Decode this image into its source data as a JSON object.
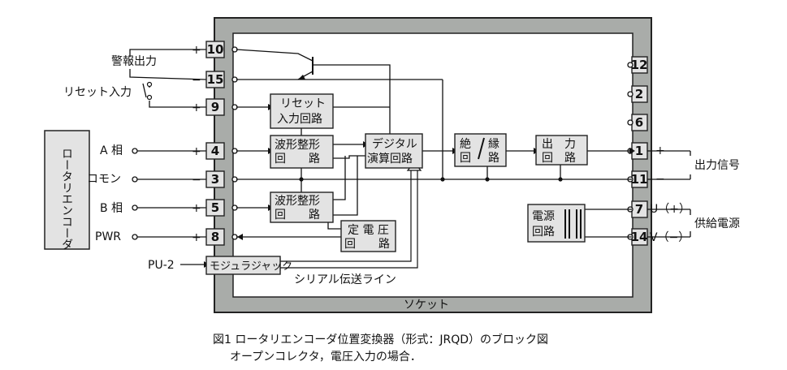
{
  "socket_label": "ソケット",
  "encoder_label": "ロータリエンコーダ",
  "left_terminals": [
    {
      "number": "10",
      "sign": "+"
    },
    {
      "number": "15",
      "sign": "−"
    },
    {
      "number": "9",
      "sign": "+"
    },
    {
      "number": "4",
      "sign": "+"
    },
    {
      "number": "3",
      "sign": "−"
    },
    {
      "number": "5",
      "sign": "+"
    },
    {
      "number": "8",
      "sign": "+"
    }
  ],
  "right_terminals": [
    "12",
    "2",
    "6",
    "1",
    "11",
    "7",
    "14"
  ],
  "signals": {
    "a_phase": "A 相",
    "common": "コモン",
    "b_phase": "B 相",
    "pwr": "PWR"
  },
  "alarm_output": "警報出力",
  "reset_input": "リセット入力",
  "pu2": "PU-2",
  "blocks": {
    "reset_circuit": [
      "リセット",
      "入力回路"
    ],
    "waveform1": [
      "波形整形",
      "回　　路"
    ],
    "waveform2": [
      "波形整形",
      "回　　路"
    ],
    "digital": [
      "デジタル",
      "演算回路"
    ],
    "isolation": [
      "絶",
      "回",
      "縁",
      "路"
    ],
    "output": [
      "出　力",
      "回　路"
    ],
    "constant_voltage": [
      "定 電 圧",
      "回　　路"
    ],
    "power": [
      "電源",
      "回路"
    ],
    "modular_jack": "モジュラジャック"
  },
  "serial_line": "シリアル伝送ライン",
  "output_signal": "出力信号",
  "supply": "供給電源",
  "right_labels": {
    "plus": "+",
    "minus": "−",
    "u": "U（+）",
    "v": "V（−）"
  },
  "caption": {
    "line1": "図1 ロータリエンコーダ位置変換器（形式：JRQD）のブロック図",
    "line2": "オープンコレクタ，電圧入力の場合．"
  }
}
